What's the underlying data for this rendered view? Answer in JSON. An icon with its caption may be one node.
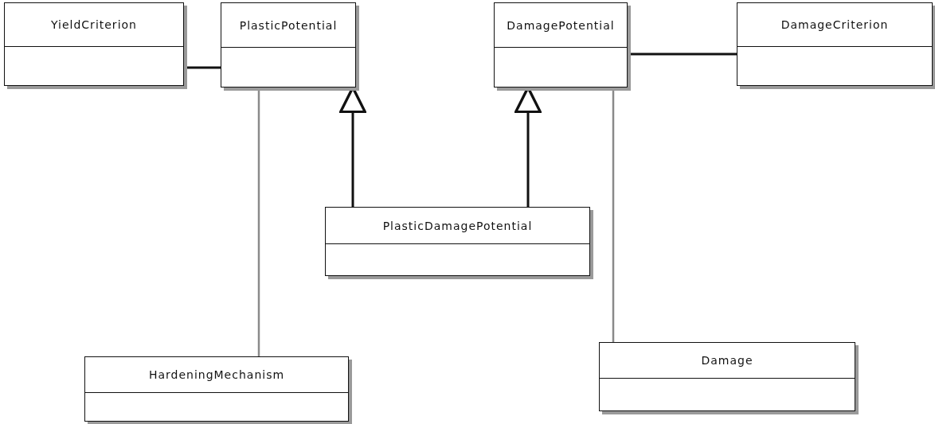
{
  "diagram": {
    "nodes": [
      {
        "text": [
          "YieldCriterion"
        ]
      },
      {
        "text": [
          "PlasticPotential"
        ]
      },
      {
        "text": [
          "DamagePotential"
        ]
      },
      {
        "text": [
          "DamageCriterion"
        ]
      },
      {
        "text": [
          "PlasticDamagePotential"
        ]
      },
      {
        "text": [
          "HardeningMechanism"
        ]
      },
      {
        "text": [
          "Damage"
        ]
      }
    ],
    "edges": [
      {
        "from": 0,
        "to": 1,
        "arrow": "none"
      },
      {
        "from": 2,
        "to": 3,
        "arrow": "none"
      },
      {
        "from": 4,
        "to": 1,
        "arrow": "to"
      },
      {
        "from": 4,
        "to": 2,
        "arrow": "to"
      },
      {
        "from": 1,
        "to": 5,
        "arrow": "none",
        "color": "#8a8a8a"
      },
      {
        "from": 2,
        "to": 6,
        "arrow": "none",
        "color": "#8a8a8a"
      }
    ]
  }
}
